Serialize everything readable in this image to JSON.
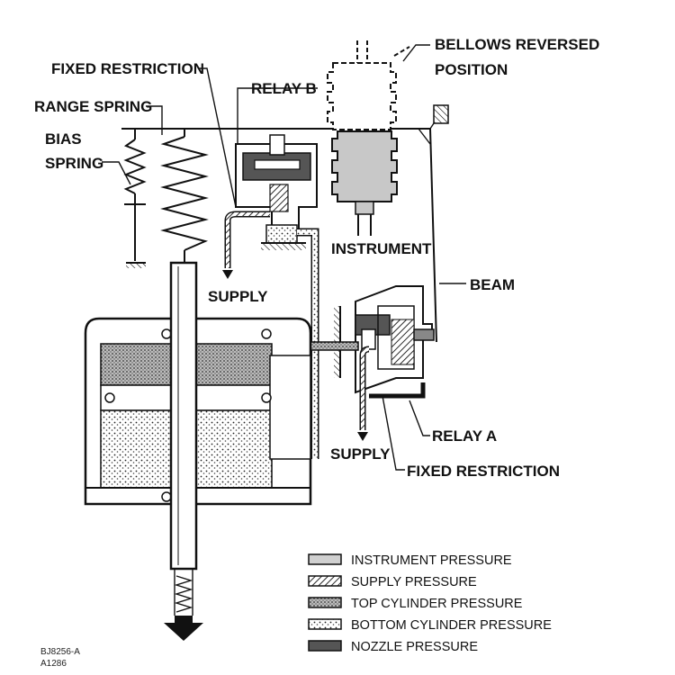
{
  "labels": {
    "fixed_restriction_top": "FIXED RESTRICTION",
    "relay_b": "RELAY B",
    "range_spring": "RANGE SPRING",
    "bias": "BIAS",
    "spring": "SPRING",
    "bellows_reversed": "BELLOWS  REVERSED",
    "position": "POSITION",
    "instrument": "INSTRUMENT",
    "supply_top": "SUPPLY",
    "beam": "BEAM",
    "relay_a": "RELAY A",
    "supply_bottom": "SUPPLY",
    "fixed_restriction_bottom": "FIXED RESTRICTION"
  },
  "legend": [
    {
      "label": "INSTRUMENT PRESSURE",
      "pattern": "instrument"
    },
    {
      "label": "SUPPLY PRESSURE",
      "pattern": "supply"
    },
    {
      "label": "TOP CYLINDER PRESSURE",
      "pattern": "top-cylinder"
    },
    {
      "label": "BOTTOM CYLINDER PRESSURE",
      "pattern": "bottom-cylinder"
    },
    {
      "label": "NOZZLE PRESSURE",
      "pattern": "nozzle"
    }
  ],
  "figure_code": {
    "line1": "BJ8256-A",
    "line2": "A1286"
  },
  "colors": {
    "ink": "#111111",
    "instrument_fill": "#d0d0d0",
    "nozzle_fill": "#555555"
  }
}
